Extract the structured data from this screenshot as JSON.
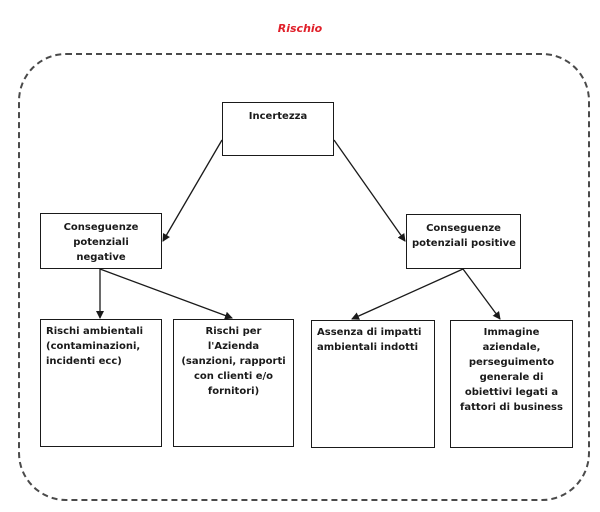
{
  "title": "Rischio",
  "nodes": {
    "incertezza": [
      "Incertezza"
    ],
    "conseguenze_negative": [
      "Conseguenze",
      "potenziali",
      "negative"
    ],
    "conseguenze_positive": [
      "Conseguenze",
      "potenziali positive"
    ],
    "rischi_ambientali": [
      "Rischi ambientali",
      "(contaminazioni,",
      "incidenti ecc)"
    ],
    "rischi_azienda": [
      "Rischi per",
      "l'Azienda",
      "(sanzioni, rapporti",
      "con clienti e/o",
      "fornitori)"
    ],
    "assenza_impatti": [
      "Assenza di impatti",
      "ambientali indotti"
    ],
    "immagine_aziendale": [
      "Immagine",
      "aziendale,",
      "perseguimento",
      "generale di",
      "obiettivi legati a",
      "fattori di business"
    ]
  },
  "colors": {
    "title": "#e0202a",
    "border": "#1a1a1a",
    "frame": "#4a4a4a"
  }
}
